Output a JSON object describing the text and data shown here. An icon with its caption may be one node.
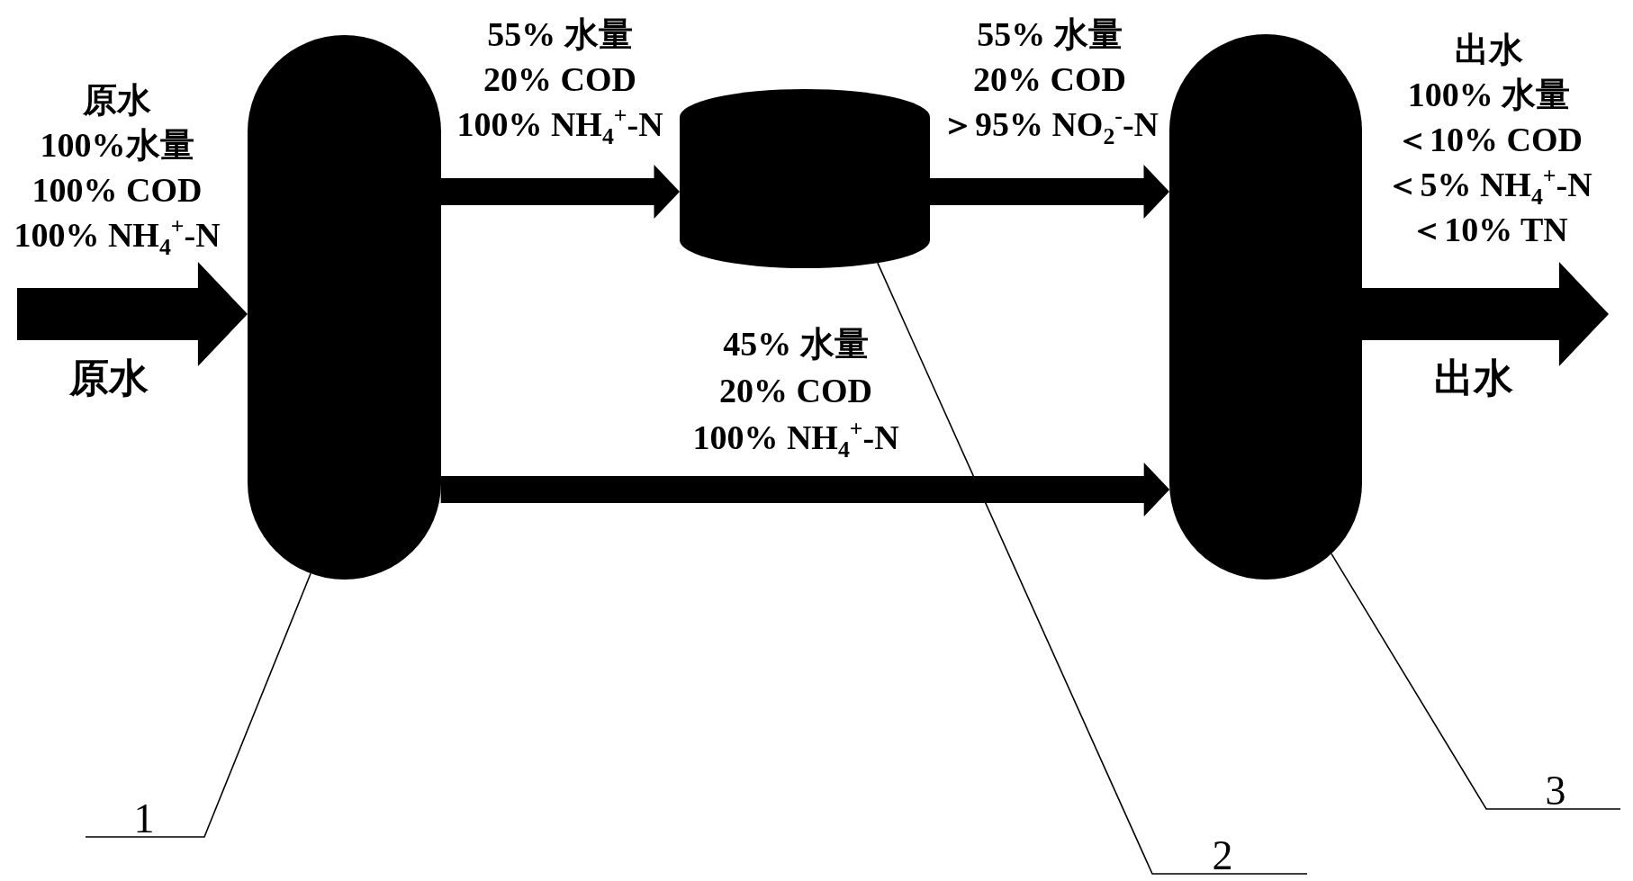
{
  "diagram": {
    "nodes": [
      {
        "text": [],
        "shape": "capsule"
      },
      {
        "text": [],
        "shape": "cylinder"
      },
      {
        "text": [],
        "shape": "capsule"
      },
      {
        "text": [
          "1"
        ]
      },
      {
        "text": [
          "2"
        ]
      },
      {
        "text": [
          "3"
        ]
      }
    ],
    "edges": [
      {
        "from": null,
        "to": 0,
        "arrow": "to",
        "label": "原水 100%水量 100% COD 100% NH$_{4}$$^{+}$-N",
        "style": "thick"
      },
      {
        "from": 0,
        "to": 1,
        "arrow": "to",
        "label": "55% 水量 20% COD 100% NH$_{4}$$^{+}$-N",
        "style": "thick"
      },
      {
        "from": 1,
        "to": 2,
        "arrow": "to",
        "label": "55% 水量 20% COD ＞95% NO$_{2}$$^{-}$-N",
        "style": "thick"
      },
      {
        "from": 0,
        "to": 2,
        "arrow": "to",
        "label": "45% 水量 20% COD 100% NH$_{4}$$^{+}$-N",
        "style": "thick"
      },
      {
        "from": 2,
        "to": null,
        "arrow": "to",
        "label": "出水 100% 水量＜10% COD ＜5% NH$_{4}$$^{+}$-N ＜10% TN",
        "style": "thick"
      },
      {
        "from": 3,
        "to": 0,
        "arrow": "none"
      },
      {
        "from": 4,
        "to": 1,
        "arrow": "none"
      },
      {
        "from": 5,
        "to": 2,
        "arrow": "none"
      }
    ],
    "labels": [
      "原水",
      "出水"
    ]
  }
}
